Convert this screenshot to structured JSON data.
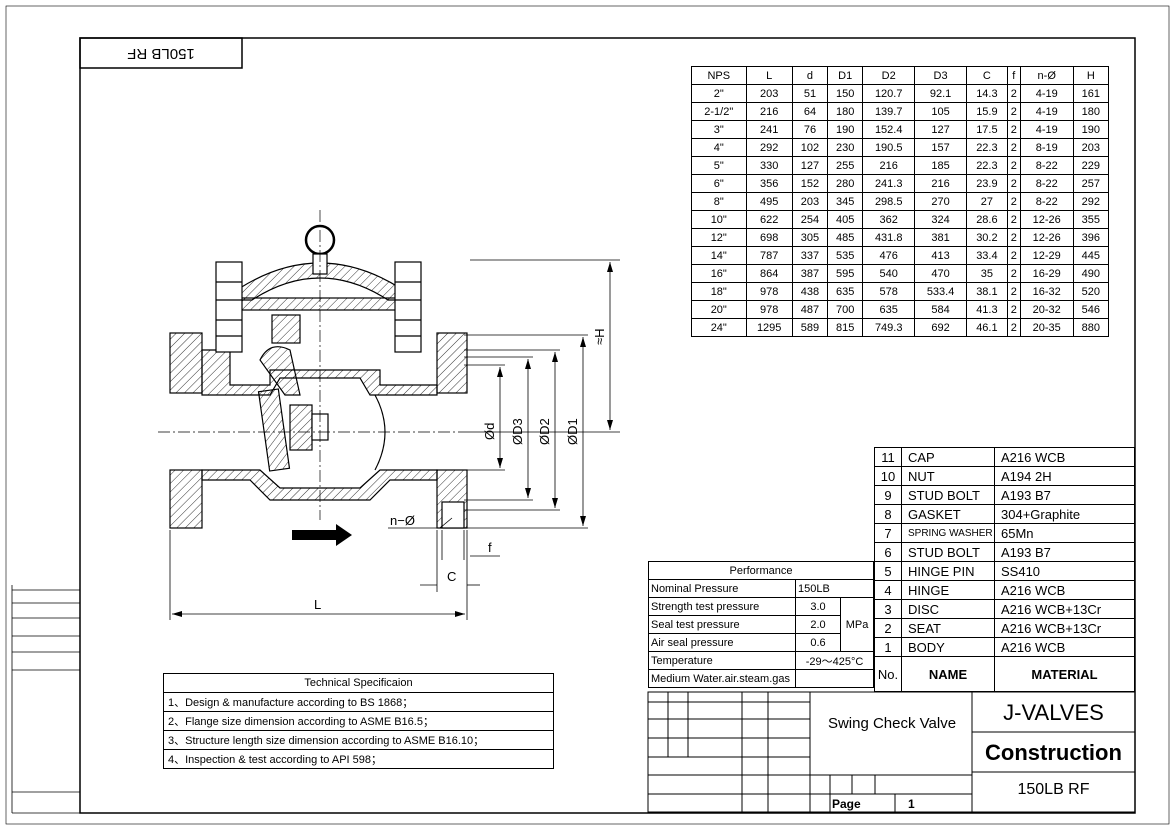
{
  "corner_label": "150LB RF",
  "dimension_table": {
    "headers": [
      "NPS",
      "L",
      "d",
      "D1",
      "D2",
      "D3",
      "C",
      "f",
      "n-Ø",
      "H"
    ],
    "rows": [
      [
        "2\"",
        "203",
        "51",
        "150",
        "120.7",
        "92.1",
        "14.3",
        "2",
        "4-19",
        "161"
      ],
      [
        "2-1/2\"",
        "216",
        "64",
        "180",
        "139.7",
        "105",
        "15.9",
        "2",
        "4-19",
        "180"
      ],
      [
        "3\"",
        "241",
        "76",
        "190",
        "152.4",
        "127",
        "17.5",
        "2",
        "4-19",
        "190"
      ],
      [
        "4\"",
        "292",
        "102",
        "230",
        "190.5",
        "157",
        "22.3",
        "2",
        "8-19",
        "203"
      ],
      [
        "5\"",
        "330",
        "127",
        "255",
        "216",
        "185",
        "22.3",
        "2",
        "8-22",
        "229"
      ],
      [
        "6\"",
        "356",
        "152",
        "280",
        "241.3",
        "216",
        "23.9",
        "2",
        "8-22",
        "257"
      ],
      [
        "8\"",
        "495",
        "203",
        "345",
        "298.5",
        "270",
        "27",
        "2",
        "8-22",
        "292"
      ],
      [
        "10\"",
        "622",
        "254",
        "405",
        "362",
        "324",
        "28.6",
        "2",
        "12-26",
        "355"
      ],
      [
        "12\"",
        "698",
        "305",
        "485",
        "431.8",
        "381",
        "30.2",
        "2",
        "12-26",
        "396"
      ],
      [
        "14\"",
        "787",
        "337",
        "535",
        "476",
        "413",
        "33.4",
        "2",
        "12-29",
        "445"
      ],
      [
        "16\"",
        "864",
        "387",
        "595",
        "540",
        "470",
        "35",
        "2",
        "16-29",
        "490"
      ],
      [
        "18\"",
        "978",
        "438",
        "635",
        "578",
        "533.4",
        "38.1",
        "2",
        "16-32",
        "520"
      ],
      [
        "20\"",
        "978",
        "487",
        "700",
        "635",
        "584",
        "41.3",
        "2",
        "20-32",
        "546"
      ],
      [
        "24\"",
        "1295",
        "589",
        "815",
        "749.3",
        "692",
        "46.1",
        "2",
        "20-35",
        "880"
      ]
    ]
  },
  "drawing_labels": {
    "h": "≈H",
    "d": "Ød",
    "d3": "ØD3",
    "d2": "ØD2",
    "d1": "ØD1",
    "n_phi": "n−Ø",
    "f": "f",
    "c": "C",
    "l": "L"
  },
  "parts_list": {
    "rows": [
      {
        "no": "11",
        "name": "CAP",
        "material": "A216 WCB"
      },
      {
        "no": "10",
        "name": "NUT",
        "material": "A194 2H"
      },
      {
        "no": "9",
        "name": "STUD BOLT",
        "material": "A193 B7"
      },
      {
        "no": "8",
        "name": "GASKET",
        "material": "304+Graphite"
      },
      {
        "no": "7",
        "name": "SPRING WASHER",
        "material": "65Mn"
      },
      {
        "no": "6",
        "name": "STUD BOLT",
        "material": "A193 B7"
      },
      {
        "no": "5",
        "name": "HINGE PIN",
        "material": "SS410"
      },
      {
        "no": "4",
        "name": "HINGE",
        "material": "A216 WCB"
      },
      {
        "no": "3",
        "name": "DISC",
        "material": "A216 WCB+13Cr"
      },
      {
        "no": "2",
        "name": "SEAT",
        "material": "A216 WCB+13Cr"
      },
      {
        "no": "1",
        "name": "BODY",
        "material": "A216 WCB"
      }
    ],
    "header": {
      "no": "No.",
      "name": "NAME",
      "material": "MATERIAL"
    }
  },
  "performance": {
    "title": "Performance",
    "nominal_label": "Nominal Pressure",
    "nominal_value": "150LB",
    "strength_label": "Strength test pressure",
    "strength_value": "3.0",
    "seal_label": "Seal test pressure",
    "seal_value": "2.0",
    "air_label": "Air seal pressure",
    "air_value": "0.6",
    "unit": "MPa",
    "temp_label": "Temperature",
    "temp_value": "-29～425°C",
    "medium_label": "Medium",
    "medium_value": "Water.air.steam.gas"
  },
  "technical": {
    "title": "Technical Specificaion",
    "items": [
      "1、Design & manufacture according to BS 1868；",
      "2、Flange size dimension according to ASME B16.5；",
      "3、Structure length size dimension according to ASME B16.10；",
      "4、Inspection & test according to API 598；"
    ]
  },
  "title_block": {
    "product": "Swing Check Valve",
    "company": "J-VALVES",
    "drawing_type": "Construction",
    "model": "150LB RF",
    "page_label": "Page",
    "page_number": "1"
  }
}
